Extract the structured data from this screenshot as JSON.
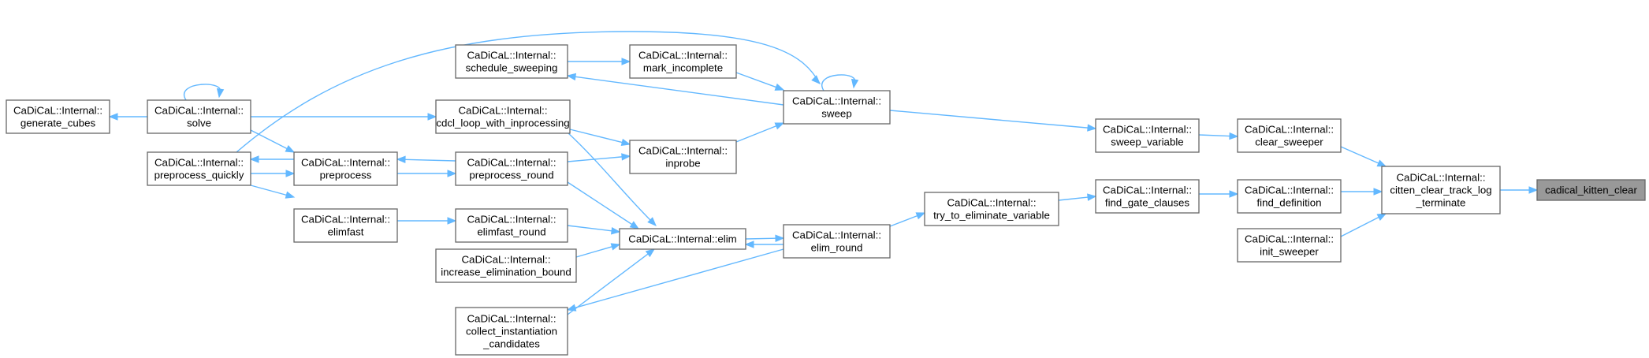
{
  "graph": {
    "title": "",
    "colors": {
      "edge": "#63b8ff",
      "node_border": "#666666",
      "root_fill": "#999999",
      "node_fill": "#ffffff"
    },
    "nodes": {
      "root": {
        "lines": [
          "cadical_kitten_clear"
        ]
      },
      "citten": {
        "lines": [
          "CaDiCaL::Internal::",
          "citten_clear_track_log",
          "_terminate"
        ]
      },
      "clear_sw": {
        "lines": [
          "CaDiCaL::Internal::",
          "clear_sweeper"
        ]
      },
      "find_def": {
        "lines": [
          "CaDiCaL::Internal::",
          "find_definition"
        ]
      },
      "init_sw": {
        "lines": [
          "CaDiCaL::Internal::",
          "init_sweeper"
        ]
      },
      "sweep_var": {
        "lines": [
          "CaDiCaL::Internal::",
          "sweep_variable"
        ]
      },
      "find_gate": {
        "lines": [
          "CaDiCaL::Internal::",
          "find_gate_clauses"
        ]
      },
      "try_elim": {
        "lines": [
          "CaDiCaL::Internal::",
          "try_to_eliminate_variable"
        ]
      },
      "sweep": {
        "lines": [
          "CaDiCaL::Internal::",
          "sweep"
        ]
      },
      "elim_round": {
        "lines": [
          "CaDiCaL::Internal::",
          "elim_round"
        ]
      },
      "elim": {
        "lines": [
          "CaDiCaL::Internal::elim"
        ]
      },
      "sched_sw": {
        "lines": [
          "CaDiCaL::Internal::",
          "schedule_sweeping"
        ]
      },
      "mark_inc": {
        "lines": [
          "CaDiCaL::Internal::",
          "mark_incomplete"
        ]
      },
      "cdcl_loop": {
        "lines": [
          "CaDiCaL::Internal::",
          "cdcl_loop_with_inprocessing"
        ]
      },
      "inprobe": {
        "lines": [
          "CaDiCaL::Internal::",
          "inprobe"
        ]
      },
      "pre_round": {
        "lines": [
          "CaDiCaL::Internal::",
          "preprocess_round"
        ]
      },
      "elimf_round": {
        "lines": [
          "CaDiCaL::Internal::",
          "elimfast_round"
        ]
      },
      "inc_bound": {
        "lines": [
          "CaDiCaL::Internal::",
          "increase_elimination_bound"
        ]
      },
      "collect": {
        "lines": [
          "CaDiCaL::Internal::",
          "collect_instantiation",
          "_candidates"
        ]
      },
      "preprocess": {
        "lines": [
          "CaDiCaL::Internal::",
          "preprocess"
        ]
      },
      "elimfast": {
        "lines": [
          "CaDiCaL::Internal::",
          "elimfast"
        ]
      },
      "solve": {
        "lines": [
          "CaDiCaL::Internal::",
          "solve"
        ]
      },
      "pre_quick": {
        "lines": [
          "CaDiCaL::Internal::",
          "preprocess_quickly"
        ]
      },
      "gen_cubes": {
        "lines": [
          "CaDiCaL::Internal::",
          "generate_cubes"
        ]
      }
    },
    "edges": [
      {
        "from": "citten",
        "to": "root"
      },
      {
        "from": "clear_sw",
        "to": "citten"
      },
      {
        "from": "find_def",
        "to": "citten"
      },
      {
        "from": "init_sw",
        "to": "citten"
      },
      {
        "from": "sweep_var",
        "to": "clear_sw"
      },
      {
        "from": "find_gate",
        "to": "find_def"
      },
      {
        "from": "sweep",
        "to": "sweep_var"
      },
      {
        "from": "try_elim",
        "to": "find_gate"
      },
      {
        "from": "elim_round",
        "to": "try_elim"
      },
      {
        "from": "sweep",
        "to": "sweep",
        "self": true
      },
      {
        "from": "mark_inc",
        "to": "sweep"
      },
      {
        "from": "inprobe",
        "to": "sweep"
      },
      {
        "from": "pre_quick",
        "to": "sweep"
      },
      {
        "from": "sweep",
        "to": "sched_sw"
      },
      {
        "from": "sched_sw",
        "to": "mark_inc"
      },
      {
        "from": "elim",
        "to": "elim_round"
      },
      {
        "from": "elim_round",
        "to": "elim"
      },
      {
        "from": "elim_round",
        "to": "collect"
      },
      {
        "from": "cdcl_loop",
        "to": "inprobe"
      },
      {
        "from": "pre_round",
        "to": "inprobe"
      },
      {
        "from": "cdcl_loop",
        "to": "elim"
      },
      {
        "from": "pre_round",
        "to": "elim"
      },
      {
        "from": "elimf_round",
        "to": "elim"
      },
      {
        "from": "inc_bound",
        "to": "elim"
      },
      {
        "from": "collect",
        "to": "elim"
      },
      {
        "from": "elim",
        "to": "inc_bound"
      },
      {
        "from": "solve",
        "to": "cdcl_loop"
      },
      {
        "from": "preprocess",
        "to": "pre_round"
      },
      {
        "from": "pre_round",
        "to": "preprocess"
      },
      {
        "from": "elimfast",
        "to": "elimf_round"
      },
      {
        "from": "solve",
        "to": "preprocess"
      },
      {
        "from": "pre_quick",
        "to": "preprocess"
      },
      {
        "from": "preprocess",
        "to": "pre_quick"
      },
      {
        "from": "pre_quick",
        "to": "elimfast"
      },
      {
        "from": "solve",
        "to": "solve",
        "self": true
      },
      {
        "from": "solve",
        "to": "gen_cubes"
      }
    ]
  }
}
